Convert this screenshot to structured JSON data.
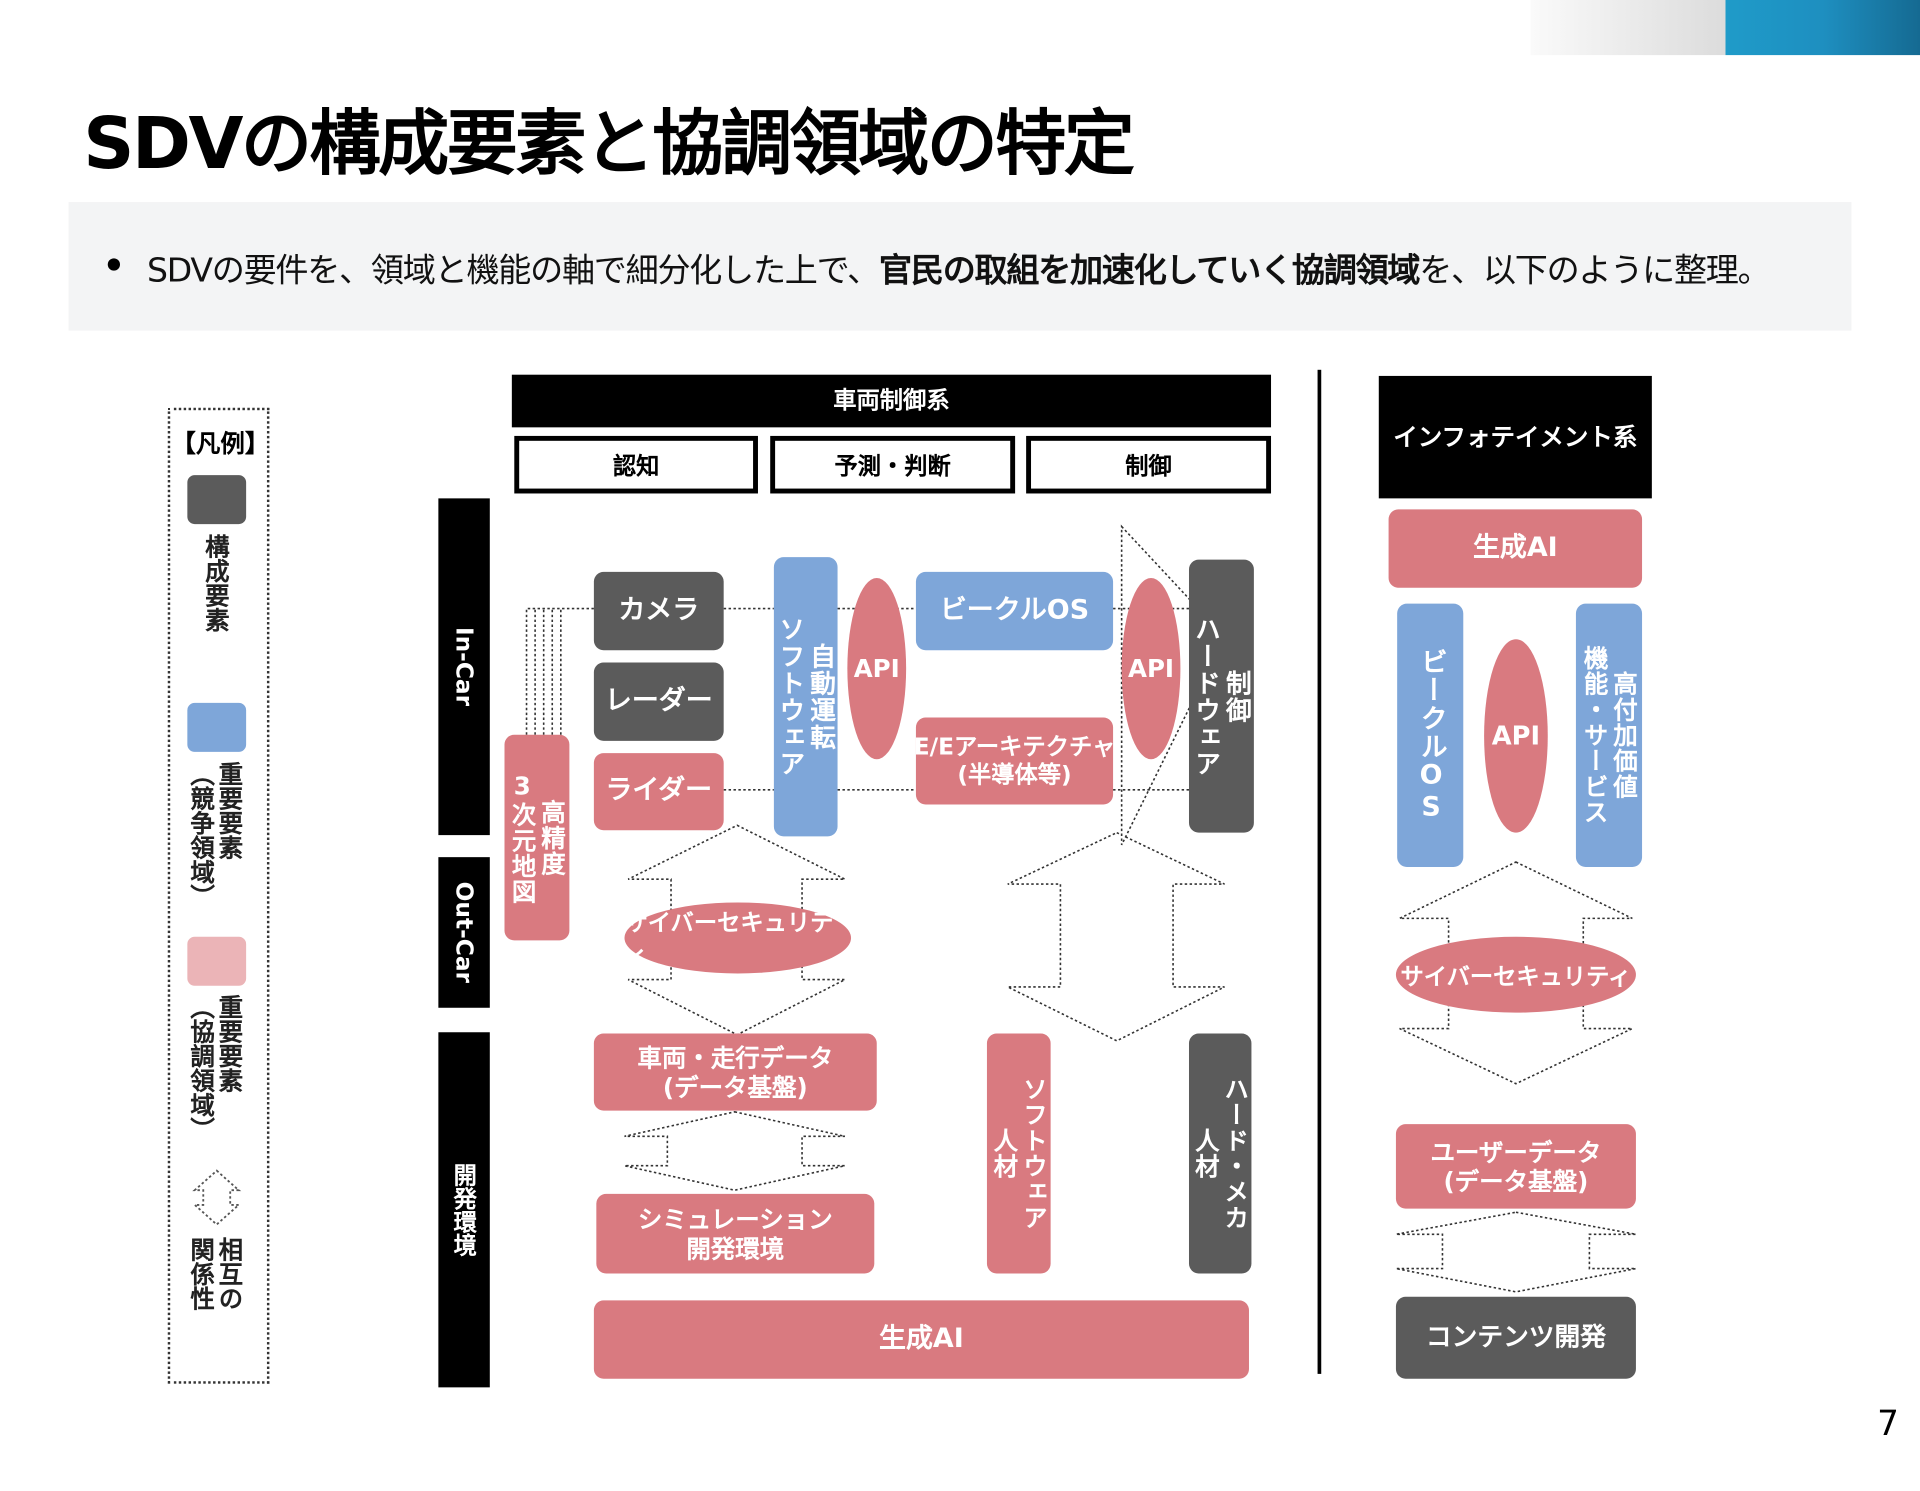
{
  "title": "SDVの構成要素と協調領域の特定",
  "bullet": {
    "pre": "SDVの要件を、領域と機能の軸で細分化した上で、",
    "bold": "官民の取組を加速化していく協調領域",
    "post": "を、以下のように整理。"
  },
  "colors": {
    "component": "#5b5b5b",
    "competitive": "#7ea6d9",
    "cooperative": "#d97a80",
    "header": "#000000",
    "accent_band": "#1e95c4"
  },
  "legend": {
    "title": "【凡例】",
    "component": "構成要素",
    "competitive": "重要要素\n（競争領域）",
    "cooperative": "重要要素\n（協調領域）",
    "relation": "相互の\n関係性",
    "relation_icon": "double-arrow-icon"
  },
  "vehicle": {
    "header": "車両制御系",
    "columns": [
      "認知",
      "予測・判断",
      "制御"
    ],
    "rows": [
      "In-Car",
      "Out-Car",
      "開発環境"
    ],
    "camera": "カメラ",
    "radar": "レーダー",
    "lidar": "ライダー",
    "hd_map": "高精度\n3次元地図",
    "ad_software": "自動運転\nソフトウェア",
    "api1": "API",
    "vehicle_os": "ビークルOS",
    "ee_arch": "E/Eアーキテクチャ\n(半導体等)",
    "api2": "API",
    "control_hw": "制御\nハードウェア",
    "cyber": "サイバーセキュリティ",
    "driving_data": "車両・走行データ\n(データ基盤)",
    "simulation": "シミュレーション\n開発環境",
    "sw_talent": "ソフトウェア\n人材",
    "hw_talent": "ハード・メカ\n人材",
    "gen_ai": "生成AI"
  },
  "infotainment": {
    "header": "インフォテイメント系",
    "gen_ai": "生成AI",
    "vehicle_os": "ビークルOS",
    "api": "API",
    "services": "高付加価値\n機能・サービス",
    "cyber": "サイバーセキュリティ",
    "user_data": "ユーザーデータ\n(データ基盤)",
    "content": "コンテンツ開発"
  },
  "page_number": "7"
}
